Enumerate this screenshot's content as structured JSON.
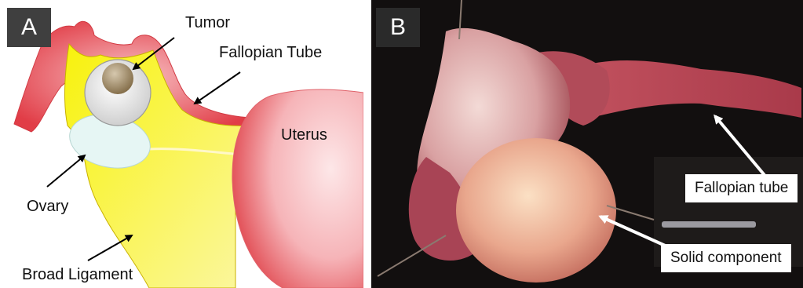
{
  "panel_a": {
    "letter": "A",
    "labels": {
      "tumor": "Tumor",
      "fallopian_tube": "Fallopian Tube",
      "uterus": "Uterus",
      "ovary": "Ovary",
      "broad_ligament": "Broad Ligament"
    }
  },
  "panel_b": {
    "letter": "B",
    "labels": {
      "fallopian_tube": "Fallopian tube",
      "solid_component": "Solid component"
    }
  },
  "colors": {
    "broad_ligament": "#f7f00a",
    "tube_red": "#e8474f",
    "uterus_pink": "#f4a8ae",
    "ovary": "#e4f5f3",
    "tumor": "#a7906a"
  }
}
